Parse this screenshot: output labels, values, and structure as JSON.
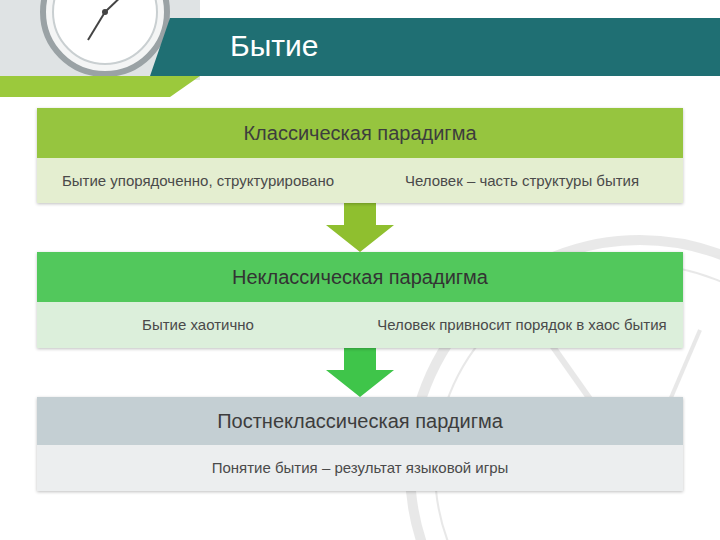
{
  "diagram": {
    "title": "Бытие",
    "nodes": [
      {
        "text": [
          "Классическая парадигма"
        ]
      },
      {
        "text": [
          "Бытие упорядоченно, структурировано"
        ],
        "in": 0
      },
      {
        "text": [
          "Человек – часть структуры бытия"
        ],
        "in": 0
      },
      {
        "text": [
          "Неклассическая парадигма"
        ]
      },
      {
        "text": [
          "Бытие хаотично"
        ],
        "in": 3
      },
      {
        "text": [
          "Человек привносит порядок в хаос бытия"
        ],
        "in": 3
      },
      {
        "text": [
          "Постнеклассическая пардигма"
        ]
      },
      {
        "text": [
          "Понятие бытия – результат языковой игры"
        ],
        "in": 6
      }
    ],
    "edges": [
      {
        "from": 0,
        "to": 3,
        "arrow": "to"
      },
      {
        "from": 3,
        "to": 6,
        "arrow": "to"
      }
    ]
  }
}
